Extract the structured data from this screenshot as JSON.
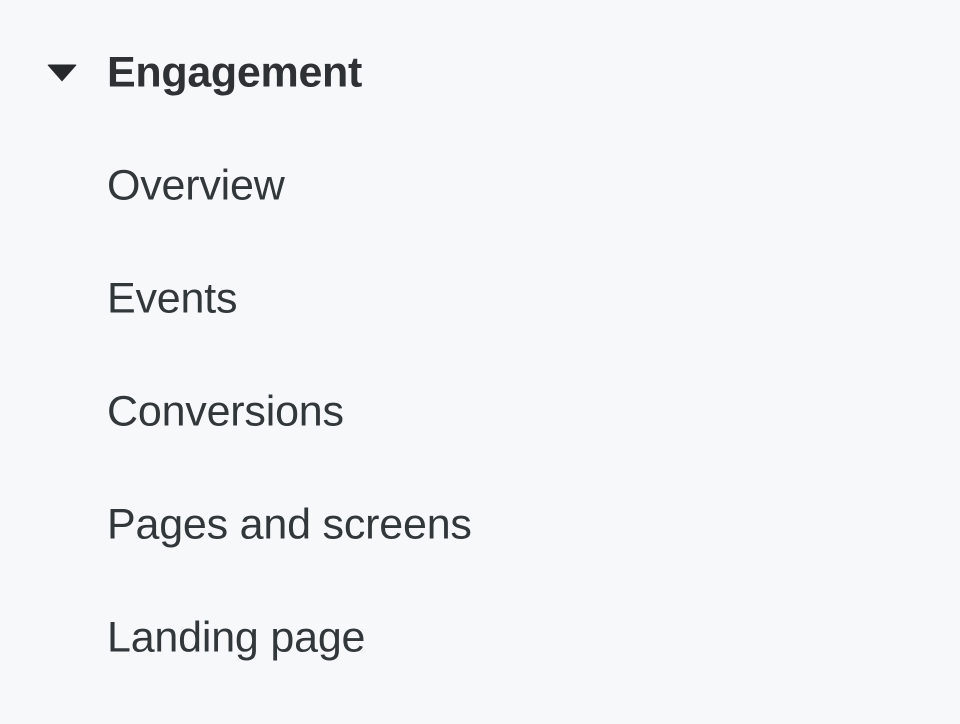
{
  "panel": {
    "background_color": "#f7f8fa",
    "text_color": "#32373a",
    "header_text_color": "#2e3235"
  },
  "nav_group": {
    "label": "Engagement",
    "expanded": true,
    "disclosure_icon": "caret-down-icon",
    "items": [
      {
        "label": "Overview"
      },
      {
        "label": "Events"
      },
      {
        "label": "Conversions"
      },
      {
        "label": "Pages and screens"
      },
      {
        "label": "Landing page"
      }
    ]
  }
}
